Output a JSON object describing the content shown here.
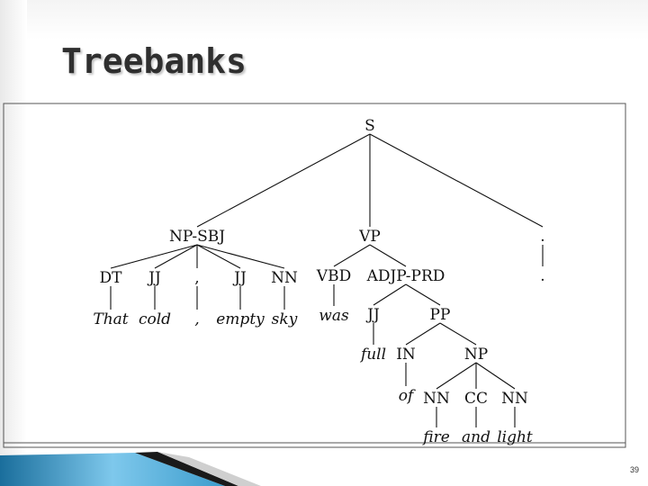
{
  "slide": {
    "title": "Treebanks",
    "page_number": "39"
  },
  "tree": {
    "nodes": [
      {
        "id": "S",
        "label": "S",
        "kind": "label"
      },
      {
        "id": "NPSBJ",
        "label": "NP-SBJ",
        "kind": "label"
      },
      {
        "id": "VP",
        "label": "VP",
        "kind": "label"
      },
      {
        "id": "PER1",
        "label": ".",
        "kind": "label"
      },
      {
        "id": "DT",
        "label": "DT",
        "kind": "label"
      },
      {
        "id": "JJ1",
        "label": "JJ",
        "kind": "label"
      },
      {
        "id": "COMMA",
        "label": ",",
        "kind": "label"
      },
      {
        "id": "JJ2",
        "label": "JJ",
        "kind": "label"
      },
      {
        "id": "NN1",
        "label": "NN",
        "kind": "label"
      },
      {
        "id": "VBD",
        "label": "VBD",
        "kind": "label"
      },
      {
        "id": "ADJPPRD",
        "label": "ADJP-PRD",
        "kind": "label"
      },
      {
        "id": "PER2",
        "label": ".",
        "kind": "label"
      },
      {
        "id": "w_That",
        "label": "That",
        "kind": "word"
      },
      {
        "id": "w_cold",
        "label": "cold",
        "kind": "word"
      },
      {
        "id": "w_comma",
        "label": ",",
        "kind": "word"
      },
      {
        "id": "w_empty",
        "label": "empty",
        "kind": "word"
      },
      {
        "id": "w_sky",
        "label": "sky",
        "kind": "word"
      },
      {
        "id": "w_was",
        "label": "was",
        "kind": "word"
      },
      {
        "id": "JJ3",
        "label": "JJ",
        "kind": "label"
      },
      {
        "id": "PP",
        "label": "PP",
        "kind": "label"
      },
      {
        "id": "w_full",
        "label": "full",
        "kind": "word"
      },
      {
        "id": "IN",
        "label": "IN",
        "kind": "label"
      },
      {
        "id": "NP",
        "label": "NP",
        "kind": "label"
      },
      {
        "id": "w_of",
        "label": "of",
        "kind": "word"
      },
      {
        "id": "NN2",
        "label": "NN",
        "kind": "label"
      },
      {
        "id": "CC",
        "label": "CC",
        "kind": "label"
      },
      {
        "id": "NN3",
        "label": "NN",
        "kind": "label"
      },
      {
        "id": "w_fire",
        "label": "fire",
        "kind": "word"
      },
      {
        "id": "w_and",
        "label": "and",
        "kind": "word"
      },
      {
        "id": "w_light",
        "label": "light",
        "kind": "word"
      }
    ],
    "edges": [
      [
        "S",
        "NPSBJ"
      ],
      [
        "S",
        "VP"
      ],
      [
        "S",
        "PER1"
      ],
      [
        "NPSBJ",
        "DT"
      ],
      [
        "NPSBJ",
        "JJ1"
      ],
      [
        "NPSBJ",
        "COMMA"
      ],
      [
        "NPSBJ",
        "JJ2"
      ],
      [
        "NPSBJ",
        "NN1"
      ],
      [
        "VP",
        "VBD"
      ],
      [
        "VP",
        "ADJPPRD"
      ],
      [
        "PER1",
        "PER2"
      ],
      [
        "DT",
        "w_That"
      ],
      [
        "JJ1",
        "w_cold"
      ],
      [
        "COMMA",
        "w_comma"
      ],
      [
        "JJ2",
        "w_empty"
      ],
      [
        "NN1",
        "w_sky"
      ],
      [
        "VBD",
        "w_was"
      ],
      [
        "ADJPPRD",
        "JJ3"
      ],
      [
        "ADJPPRD",
        "PP"
      ],
      [
        "JJ3",
        "w_full"
      ],
      [
        "PP",
        "IN"
      ],
      [
        "PP",
        "NP"
      ],
      [
        "IN",
        "w_of"
      ],
      [
        "NP",
        "NN2"
      ],
      [
        "NP",
        "CC"
      ],
      [
        "NP",
        "NN3"
      ],
      [
        "NN2",
        "w_fire"
      ],
      [
        "CC",
        "w_and"
      ],
      [
        "NN3",
        "w_light"
      ]
    ]
  },
  "colors": {
    "title_text": "#2f2f2f",
    "tree_text": "#111111",
    "frame": "#555555",
    "footer_blue_light": "#7ec8ec",
    "footer_blue_dark": "#1a6e9c",
    "footer_black": "#1a1a1a"
  }
}
